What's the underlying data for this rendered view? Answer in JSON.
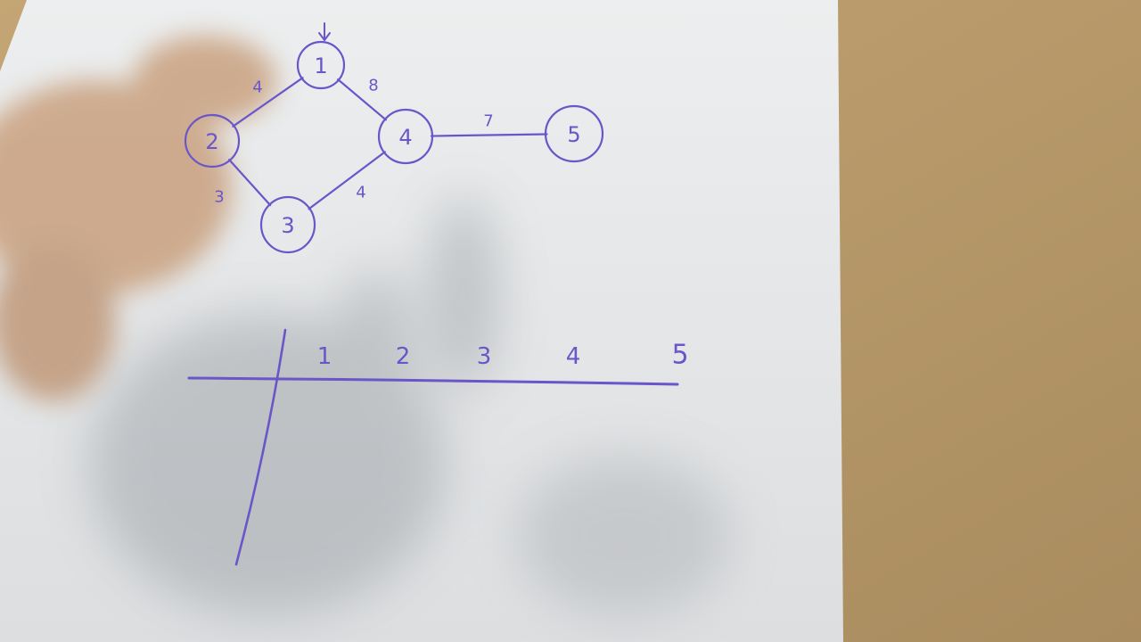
{
  "colors": {
    "ink": "#6a55c9",
    "paper": "#e6e8e9",
    "desk": "#b89a6a",
    "hand": "#c9a07e",
    "shadow": "#7f848a"
  },
  "graph": {
    "nodes": [
      {
        "id": "1",
        "label": "1"
      },
      {
        "id": "2",
        "label": "2"
      },
      {
        "id": "3",
        "label": "3"
      },
      {
        "id": "4",
        "label": "4"
      },
      {
        "id": "5",
        "label": "5"
      }
    ],
    "edges": [
      {
        "from": "1",
        "to": "2",
        "weight": "4"
      },
      {
        "from": "1",
        "to": "4",
        "weight": "8"
      },
      {
        "from": "2",
        "to": "3",
        "weight": "3"
      },
      {
        "from": "3",
        "to": "4",
        "weight": "4"
      },
      {
        "from": "4",
        "to": "5",
        "weight": "7"
      }
    ],
    "start_node": "1"
  },
  "table": {
    "columns": [
      "1",
      "2",
      "3",
      "4",
      "5"
    ]
  }
}
